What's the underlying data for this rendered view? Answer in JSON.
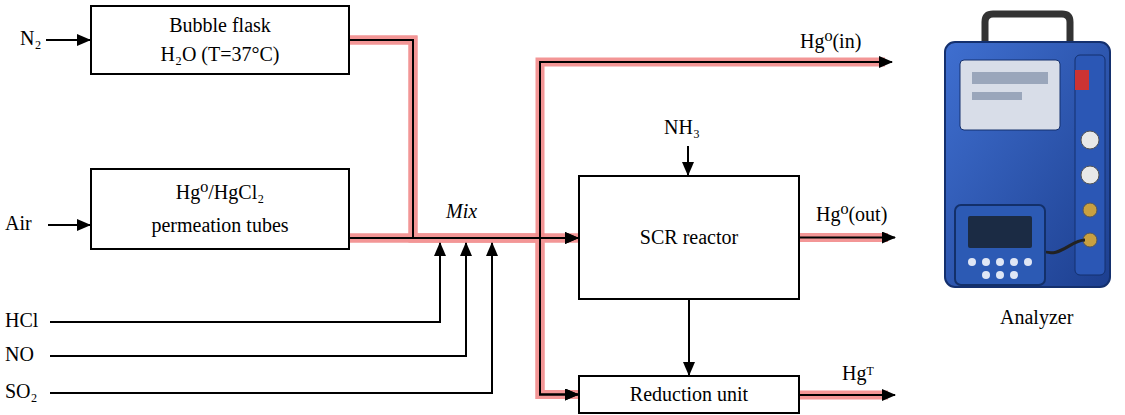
{
  "diagram": {
    "nodes": [
      {
        "text": [
          "Bubble flask",
          "H₂O (T=37°C)"
        ]
      },
      {
        "text": [
          "Hg⁰/HgCl₂",
          "permeation tubes"
        ]
      },
      {
        "text": [
          "SCR reactor"
        ]
      },
      {
        "text": [
          "Reduction unit"
        ]
      }
    ],
    "edges": [
      {
        "from": 0,
        "to": 2,
        "arrow": "to"
      },
      {
        "from": 0,
        "to": 3,
        "arrow": "to"
      },
      {
        "from": 1,
        "to": 2,
        "arrow": "to"
      },
      {
        "from": 1,
        "to": 3,
        "arrow": "to"
      },
      {
        "from": 2,
        "to": 3,
        "arrow": "to"
      }
    ],
    "labels": [
      "N₂",
      "Air",
      "HCl",
      "NO",
      "SO₂",
      "Mix",
      "Hg⁰(in)",
      "NH₃",
      "Hg⁰(out)",
      "Hgᵀ",
      "Analyzer"
    ]
  }
}
